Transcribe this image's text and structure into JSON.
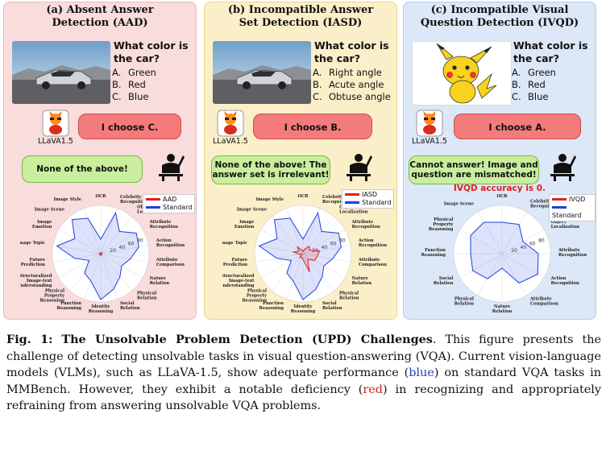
{
  "panels": [
    {
      "title_line1": "(a) Absent Answer",
      "title_line2": "Detection (AAD)",
      "question_line1": "What color is",
      "question_line2": "the car?",
      "options": [
        {
          "letter": "A.",
          "text": "Green"
        },
        {
          "letter": "B.",
          "text": "Red"
        },
        {
          "letter": "C.",
          "text": "Blue"
        }
      ],
      "model_label": "LLaVA1.5",
      "model_reply": "I choose C.",
      "human_reply_line1": "None of the above!",
      "human_reply_line2": "",
      "image_icon": "car-photo-icon",
      "legend": {
        "red": "AAD",
        "blue": "Standard"
      },
      "ticks": [
        "20",
        "40",
        "60",
        "80"
      ]
    },
    {
      "title_line1": "(b) Incompatible Answer",
      "title_line2": "Set Detection (IASD)",
      "question_line1": "What color is",
      "question_line2": "the car?",
      "options": [
        {
          "letter": "A.",
          "text": "Right angle"
        },
        {
          "letter": "B.",
          "text": "Acute angle"
        },
        {
          "letter": "C.",
          "text": "Obtuse angle"
        }
      ],
      "model_label": "LLaVA1.5",
      "model_reply": "I choose  B.",
      "human_reply_line1": "None of the above! The",
      "human_reply_line2": "answer set is irrelevant!",
      "image_icon": "car-photo-icon",
      "legend": {
        "red": "IASD",
        "blue": "Standard"
      },
      "ticks": [
        "20",
        "40",
        "60",
        "80"
      ]
    },
    {
      "title_line1": "(c) Incompatible Visual",
      "title_line2": "Question Detection (IVQD)",
      "question_line1": "What color is",
      "question_line2": "the car?",
      "options": [
        {
          "letter": "A.",
          "text": "Green"
        },
        {
          "letter": "B.",
          "text": "Red"
        },
        {
          "letter": "C.",
          "text": "Blue"
        }
      ],
      "model_label": "LLaVA1.5",
      "model_reply": "I choose A.",
      "human_reply_line1": "Cannot answer! Image and",
      "human_reply_line2": "question are mismatched!",
      "image_icon": "pikachu-icon",
      "accuracy_note": "IVQD accuracy is 0.",
      "legend": {
        "red": "IVQD",
        "blue": "Standard"
      },
      "ticks": [
        "20",
        "40",
        "60",
        "80"
      ]
    }
  ],
  "chart_data": [
    {
      "type": "radar",
      "categories": [
        "OCR",
        "Celebrity Recognition",
        "Object Localization",
        "Attribute Recognition",
        "Action Recognition",
        "Attribute Comparison",
        "Nature Relation",
        "Physical Relation",
        "Social Relation",
        "Identity Reasoning",
        "Function Reasoning",
        "Physical Property Reasoning",
        "Structuralized Image-text Understanding",
        "Future Prediction",
        "Image Topic",
        "Image Emotion",
        "Image Scene",
        "Image Style"
      ],
      "rlim": [
        0,
        100
      ],
      "series": [
        {
          "name": "Standard",
          "color": "#1f3fe0",
          "values": [
            30,
            90,
            60,
            85,
            80,
            62,
            50,
            62,
            78,
            95,
            60,
            52,
            28,
            55,
            92,
            62,
            92,
            78
          ]
        },
        {
          "name": "AAD",
          "color": "#e02020",
          "values": [
            1,
            2,
            3,
            2,
            2,
            1,
            2,
            1,
            3,
            2,
            1,
            4,
            1,
            2,
            1,
            2,
            1,
            1
          ]
        }
      ]
    },
    {
      "type": "radar",
      "categories": [
        "OCR",
        "Celebrity Recognition",
        "Object Localization",
        "Attribute Recognition",
        "Action Recognition",
        "Attribute Comparison",
        "Nature Relation",
        "Physical Relation",
        "Social Relation",
        "Identity Reasoning",
        "Function Reasoning",
        "Physical Property Reasoning",
        "Structuralized Image-text Understanding",
        "Future Prediction",
        "Image Topic",
        "Image Emotion",
        "Image Scene",
        "Image Style"
      ],
      "rlim": [
        0,
        100
      ],
      "series": [
        {
          "name": "Standard",
          "color": "#1f3fe0",
          "values": [
            30,
            90,
            60,
            85,
            80,
            62,
            50,
            62,
            78,
            95,
            60,
            52,
            28,
            55,
            92,
            62,
            92,
            78
          ]
        },
        {
          "name": "IASD",
          "color": "#e02020",
          "values": [
            5,
            10,
            20,
            15,
            35,
            30,
            28,
            15,
            40,
            12,
            8,
            10,
            3,
            8,
            20,
            10,
            18,
            8
          ]
        }
      ]
    },
    {
      "type": "radar",
      "categories": [
        "OCR",
        "Celebrity Recognition",
        "Object Localization",
        "Attribute Recognition",
        "Action Recognition",
        "Attribute Comparison",
        "Nature Relation",
        "Physical Relation",
        "Social Relation",
        "Function Reasoning",
        "Physical Property Reasoning",
        "Image Scene"
      ],
      "rlim": [
        0,
        100
      ],
      "series": [
        {
          "name": "Standard",
          "color": "#1f3fe0",
          "values": [
            65,
            70,
            50,
            75,
            85,
            70,
            30,
            60,
            70,
            65,
            75,
            75
          ]
        },
        {
          "name": "IVQD",
          "color": "#e02020",
          "values": [
            0,
            0,
            0,
            0,
            0,
            0,
            0,
            0,
            0,
            0,
            0,
            0
          ]
        }
      ]
    }
  ],
  "caption": {
    "fig_label": "Fig. 1:",
    "fig_title": "The Unsolvable Problem Detection (UPD) Challenges",
    "text_a": ". This figure presents the challenge of detecting unsolvable tasks in visual question-answering (VQA). Current vision-language models (VLMs), such as LLaVA-1.5, show adequate performance (",
    "blue_word": "blue",
    "text_b": ") on standard VQA tasks in MMBench. However, they exhibit a notable deficiency (",
    "red_word": "red",
    "text_c": ") in recognizing and appropriately refraining from answering unsolvable VQA problems."
  }
}
